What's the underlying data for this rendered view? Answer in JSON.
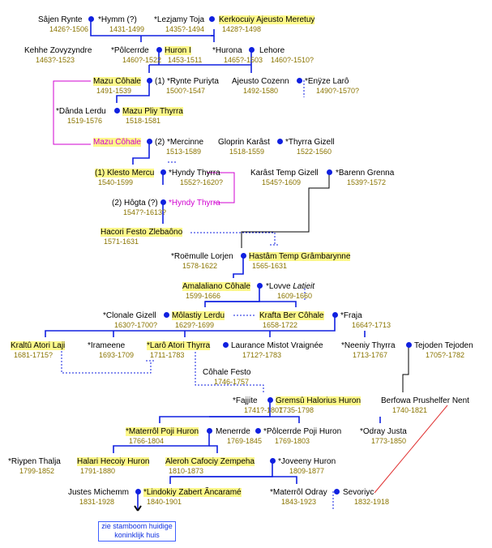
{
  "people": [
    {
      "id": "sajen",
      "name": "Sâjen Rynte",
      "dates": "1426?-1506"
    },
    {
      "id": "hymm",
      "name": "*Hymm (?)",
      "dates": "1431-1499"
    },
    {
      "id": "lezjamy",
      "name": "*Lezjamy Toja",
      "dates": "1435?-1494"
    },
    {
      "id": "kerkocuiy",
      "name": "Kerkocuiy Ajeusto Meretuy",
      "dates": "1428?-1498",
      "highlight": true
    },
    {
      "id": "kehhe",
      "name": "Kehhe Zovyzyndre",
      "dates": "1463?-1523"
    },
    {
      "id": "polcerrde",
      "name": "*Pôlcerrde",
      "dates": "1460?-1522"
    },
    {
      "id": "huron1",
      "name": "Huron I",
      "dates": "1453-1511",
      "highlight": true
    },
    {
      "id": "hurona",
      "name": "*Hurona",
      "dates": "1465?-1503"
    },
    {
      "id": "lehore",
      "name": "Lehore",
      "dates": "1460?-1510?"
    },
    {
      "id": "mazu1",
      "name": "Mazu Côhale",
      "dates": "1491-1539",
      "highlight": true
    },
    {
      "id": "rynte_puriyta",
      "name": "(1) *Rynte Puriyta",
      "dates": "1500?-1547"
    },
    {
      "id": "ajeusto_cozenn",
      "name": "Ajeusto Cozenn",
      "dates": "1492-1580"
    },
    {
      "id": "enyze",
      "name": "*Enÿze Larô",
      "dates": "1490?-1570?"
    },
    {
      "id": "danda",
      "name": "*Dânda Lerdu",
      "dates": "1519-1576"
    },
    {
      "id": "mazu_pliy",
      "name": "Mazu Pliy Thyrra",
      "dates": "1518-1581",
      "highlight": true
    },
    {
      "id": "mazu2",
      "name": "Mazu Côhale",
      "dates": "",
      "highlight": true,
      "magenta": true
    },
    {
      "id": "mercinne",
      "name": "(2) *Mercinne",
      "dates": "1513-1589"
    },
    {
      "id": "gloprin",
      "name": "Gloprin Karâst",
      "dates": "1518-1559"
    },
    {
      "id": "thyrra_gizell",
      "name": "*Thyrra Gizell",
      "dates": "1522-1560"
    },
    {
      "id": "klesto",
      "name": "(1) Klesto Mercu",
      "dates": "1540-1599",
      "highlight": true
    },
    {
      "id": "hyndy1",
      "name": "*Hyndy Thyrra",
      "dates": "1552?-1620?"
    },
    {
      "id": "karast_temp",
      "name": "Karâst Temp Gizell",
      "dates": "1545?-1609"
    },
    {
      "id": "barenn",
      "name": "*Barenn Grenna",
      "dates": "1539?-1572"
    },
    {
      "id": "hogta",
      "name": "(2) Hôgta (?)",
      "dates": "1547?-1613?"
    },
    {
      "id": "hyndy2",
      "name": "*Hyndy Thyrra",
      "dates": "",
      "magenta": true
    },
    {
      "id": "hacori",
      "name": "Hacori Festo Zlebaôno",
      "dates": "1571-1631",
      "highlight": true
    },
    {
      "id": "roemulle",
      "name": "*Roëmulle Lorjen",
      "dates": "1578-1622"
    },
    {
      "id": "hastam",
      "name": "Hastâm Temp Grâmbarynne",
      "dates": "1565-1631",
      "highlight": true
    },
    {
      "id": "amalaliano",
      "name": "Amalaliano Côhale",
      "dates": "1599-1666",
      "highlight": true
    },
    {
      "id": "lovve",
      "name": "*Lovve",
      "name_italic": "Latieit",
      "dates": "1609-1660"
    },
    {
      "id": "clonale",
      "name": "*Clonale Gizell",
      "dates": "1630?-1700?"
    },
    {
      "id": "molastiy",
      "name": "Môlastiy Lerdu",
      "dates": "1629?-1699",
      "highlight": true
    },
    {
      "id": "krafta",
      "name": "Krafta Ber Côhale",
      "dates": "1658-1722",
      "highlight": true
    },
    {
      "id": "fraja",
      "name": "*Fraja",
      "dates": "1664?-1713"
    },
    {
      "id": "kraltu",
      "name": "Kraltû Atori Laji",
      "dates": "1681-1715?",
      "highlight": true
    },
    {
      "id": "irameene",
      "name": "*Irameene",
      "dates": "1693-1709"
    },
    {
      "id": "laro",
      "name": "*Larô Atori Thyrra",
      "dates": "1711-1783",
      "highlight": true
    },
    {
      "id": "laurance",
      "name": "Laurance Mistot Vraignée",
      "dates": "1712?-1783"
    },
    {
      "id": "neeniy",
      "name": "*Neeniy Thyrra",
      "dates": "1713-1767"
    },
    {
      "id": "tejoden",
      "name": "Tejoden Tejoden",
      "dates": "1705?-1782"
    },
    {
      "id": "cohale_festo",
      "name": "Côhale Festo",
      "dates": "1746-1757"
    },
    {
      "id": "fajjite",
      "name": "*Fajjite",
      "dates": "1741?-1807"
    },
    {
      "id": "gremsu",
      "name": "Gremsû Halorius Huron",
      "dates": "1735-1798",
      "highlight": true
    },
    {
      "id": "berfowa",
      "name": "Berfowa Prushelfer Nent",
      "dates": "1740-1821"
    },
    {
      "id": "materrol",
      "name": "*Materrôl Poji Huron",
      "dates": "1766-1804",
      "highlight": true
    },
    {
      "id": "menerrde",
      "name": "Menerrde",
      "dates": "1769-1845"
    },
    {
      "id": "polcerrde_poji",
      "name": "*Pôlcerrde Poji Huron",
      "dates": "1769-1803"
    },
    {
      "id": "odray_justa",
      "name": "*Odray Justa",
      "dates": "1773-1850"
    },
    {
      "id": "riypen",
      "name": "*Riypen Thalja",
      "dates": "1799-1852"
    },
    {
      "id": "halari",
      "name": "Halari Hecoiy Huron",
      "dates": "1791-1880",
      "highlight": true
    },
    {
      "id": "aleroh",
      "name": "Aleroh Cafociy Zempeha",
      "dates": "1810-1873",
      "highlight": true
    },
    {
      "id": "joveeny",
      "name": "*Joveeny Huron",
      "dates": "1809-1877"
    },
    {
      "id": "justes",
      "name": "Justes Michemm",
      "dates": "1831-1928"
    },
    {
      "id": "lindokiy",
      "name": "*Lindokiy Zabert Ãncaramé",
      "dates": "1840-1901",
      "highlight": true
    },
    {
      "id": "materrol_odray",
      "name": "*Materrôl Odray",
      "dates": "1843-1923"
    },
    {
      "id": "sevoriyc",
      "name": "Sevoriyc",
      "dates": "1832-1918"
    }
  ],
  "note": {
    "line1": "zie stamboom huidige",
    "line2": "koninklijk huis"
  },
  "colors": {
    "line": "#1020e0",
    "remarriage": "#d000d0",
    "dashed": "#1020e0",
    "cross": "#e03030",
    "highlight": "#fdf88a",
    "dates": "#8a7400"
  }
}
